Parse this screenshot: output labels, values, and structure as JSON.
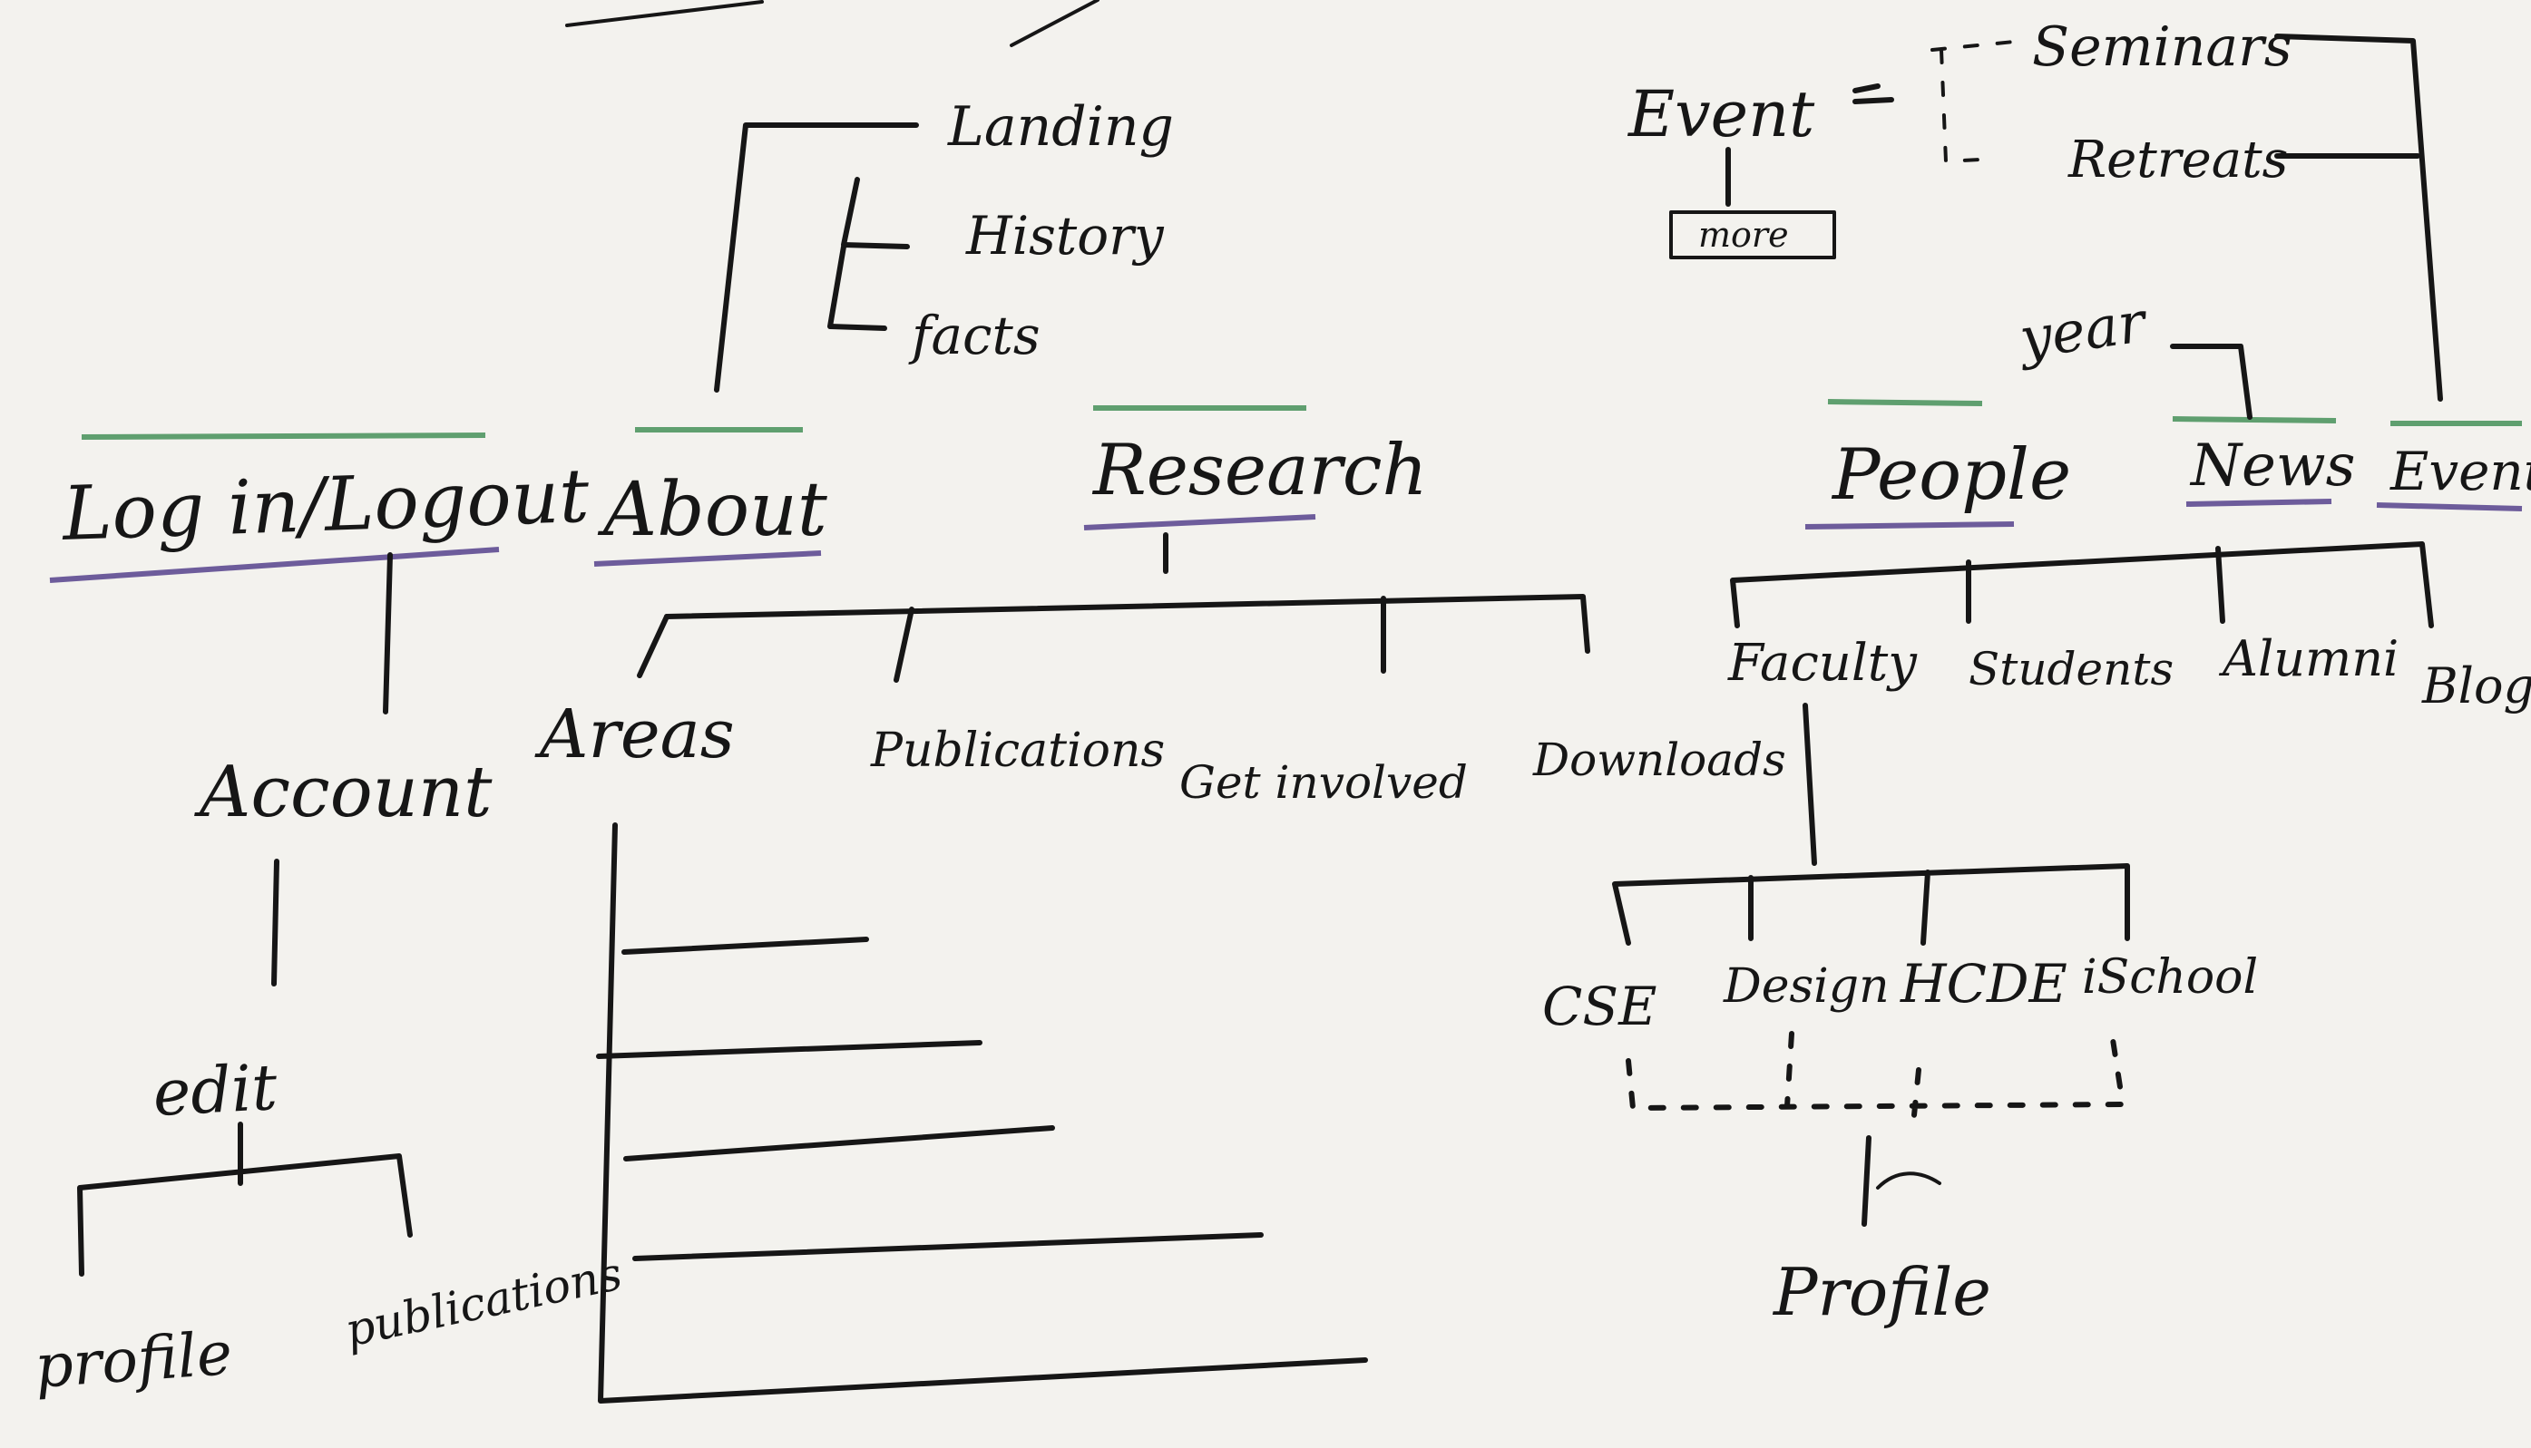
{
  "colors": {
    "ink": "#161616",
    "top_bar": "#5f9f6f",
    "underline": "#6d5c9b",
    "paper": "#f3f2ee"
  },
  "nav": {
    "login": "Log in/Logout",
    "about": "About",
    "research": "Research",
    "people": "People",
    "news": "News",
    "events": "Events"
  },
  "login_tree": {
    "account": "Account",
    "edit": "edit",
    "profile": "profile",
    "publications": "publications"
  },
  "about_tree": {
    "landing": "Landing",
    "history": "History",
    "facts": "facts"
  },
  "research_tree": {
    "areas": "Areas",
    "publications": "Publications",
    "get_involved": "Get involved",
    "downloads": "Downloads"
  },
  "people_tree": {
    "faculty": "Faculty",
    "students": "Students",
    "alumni": "Alumni",
    "blog": "Blog",
    "depts": [
      "CSE",
      "Design",
      "HCDE",
      "iSchool"
    ],
    "profile": "Profile"
  },
  "news_tree": {
    "year": "year"
  },
  "events_tree": {
    "event": "Event",
    "more": "more",
    "seminars": "Seminars",
    "retreats": "Retreats"
  }
}
